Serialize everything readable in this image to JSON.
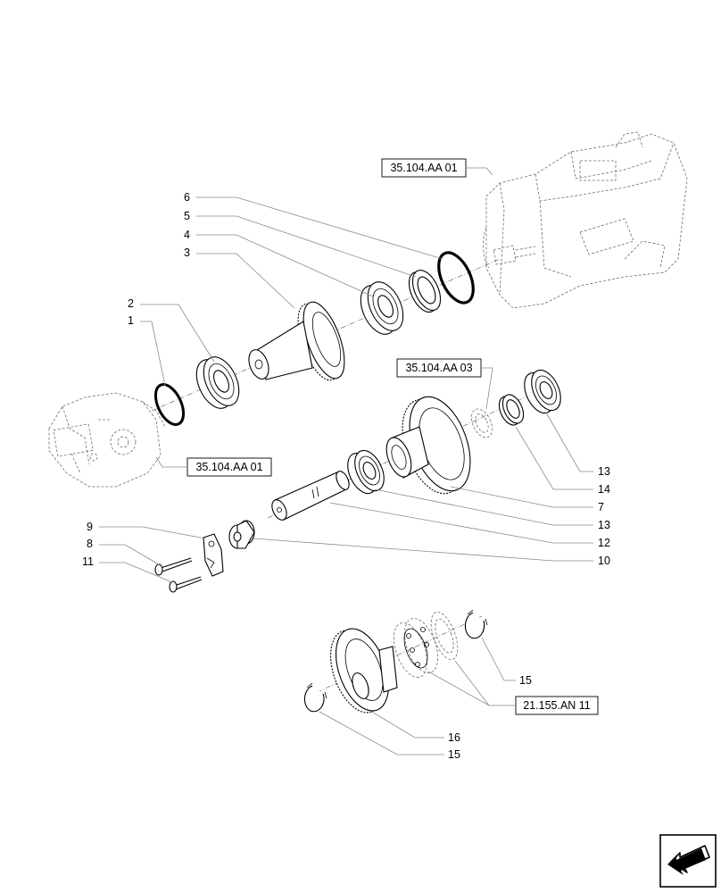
{
  "references": {
    "ref_pump_top": "35.104.AA 01",
    "ref_pump_left": "35.104.AA 01",
    "ref_spacer": "35.104.AA 03",
    "ref_bearing_kit": "21.155.AN 11"
  },
  "callouts": {
    "c1": "1",
    "c2": "2",
    "c3": "3",
    "c4": "4",
    "c5": "5",
    "c6": "6",
    "c7": "7",
    "c8": "8",
    "c9": "9",
    "c10": "10",
    "c11": "11",
    "c12": "12",
    "c13a": "13",
    "c13b": "13",
    "c14": "14",
    "c15a": "15",
    "c15b": "15",
    "c16": "16"
  },
  "icons": {
    "nav": "back-arrow-icon"
  }
}
